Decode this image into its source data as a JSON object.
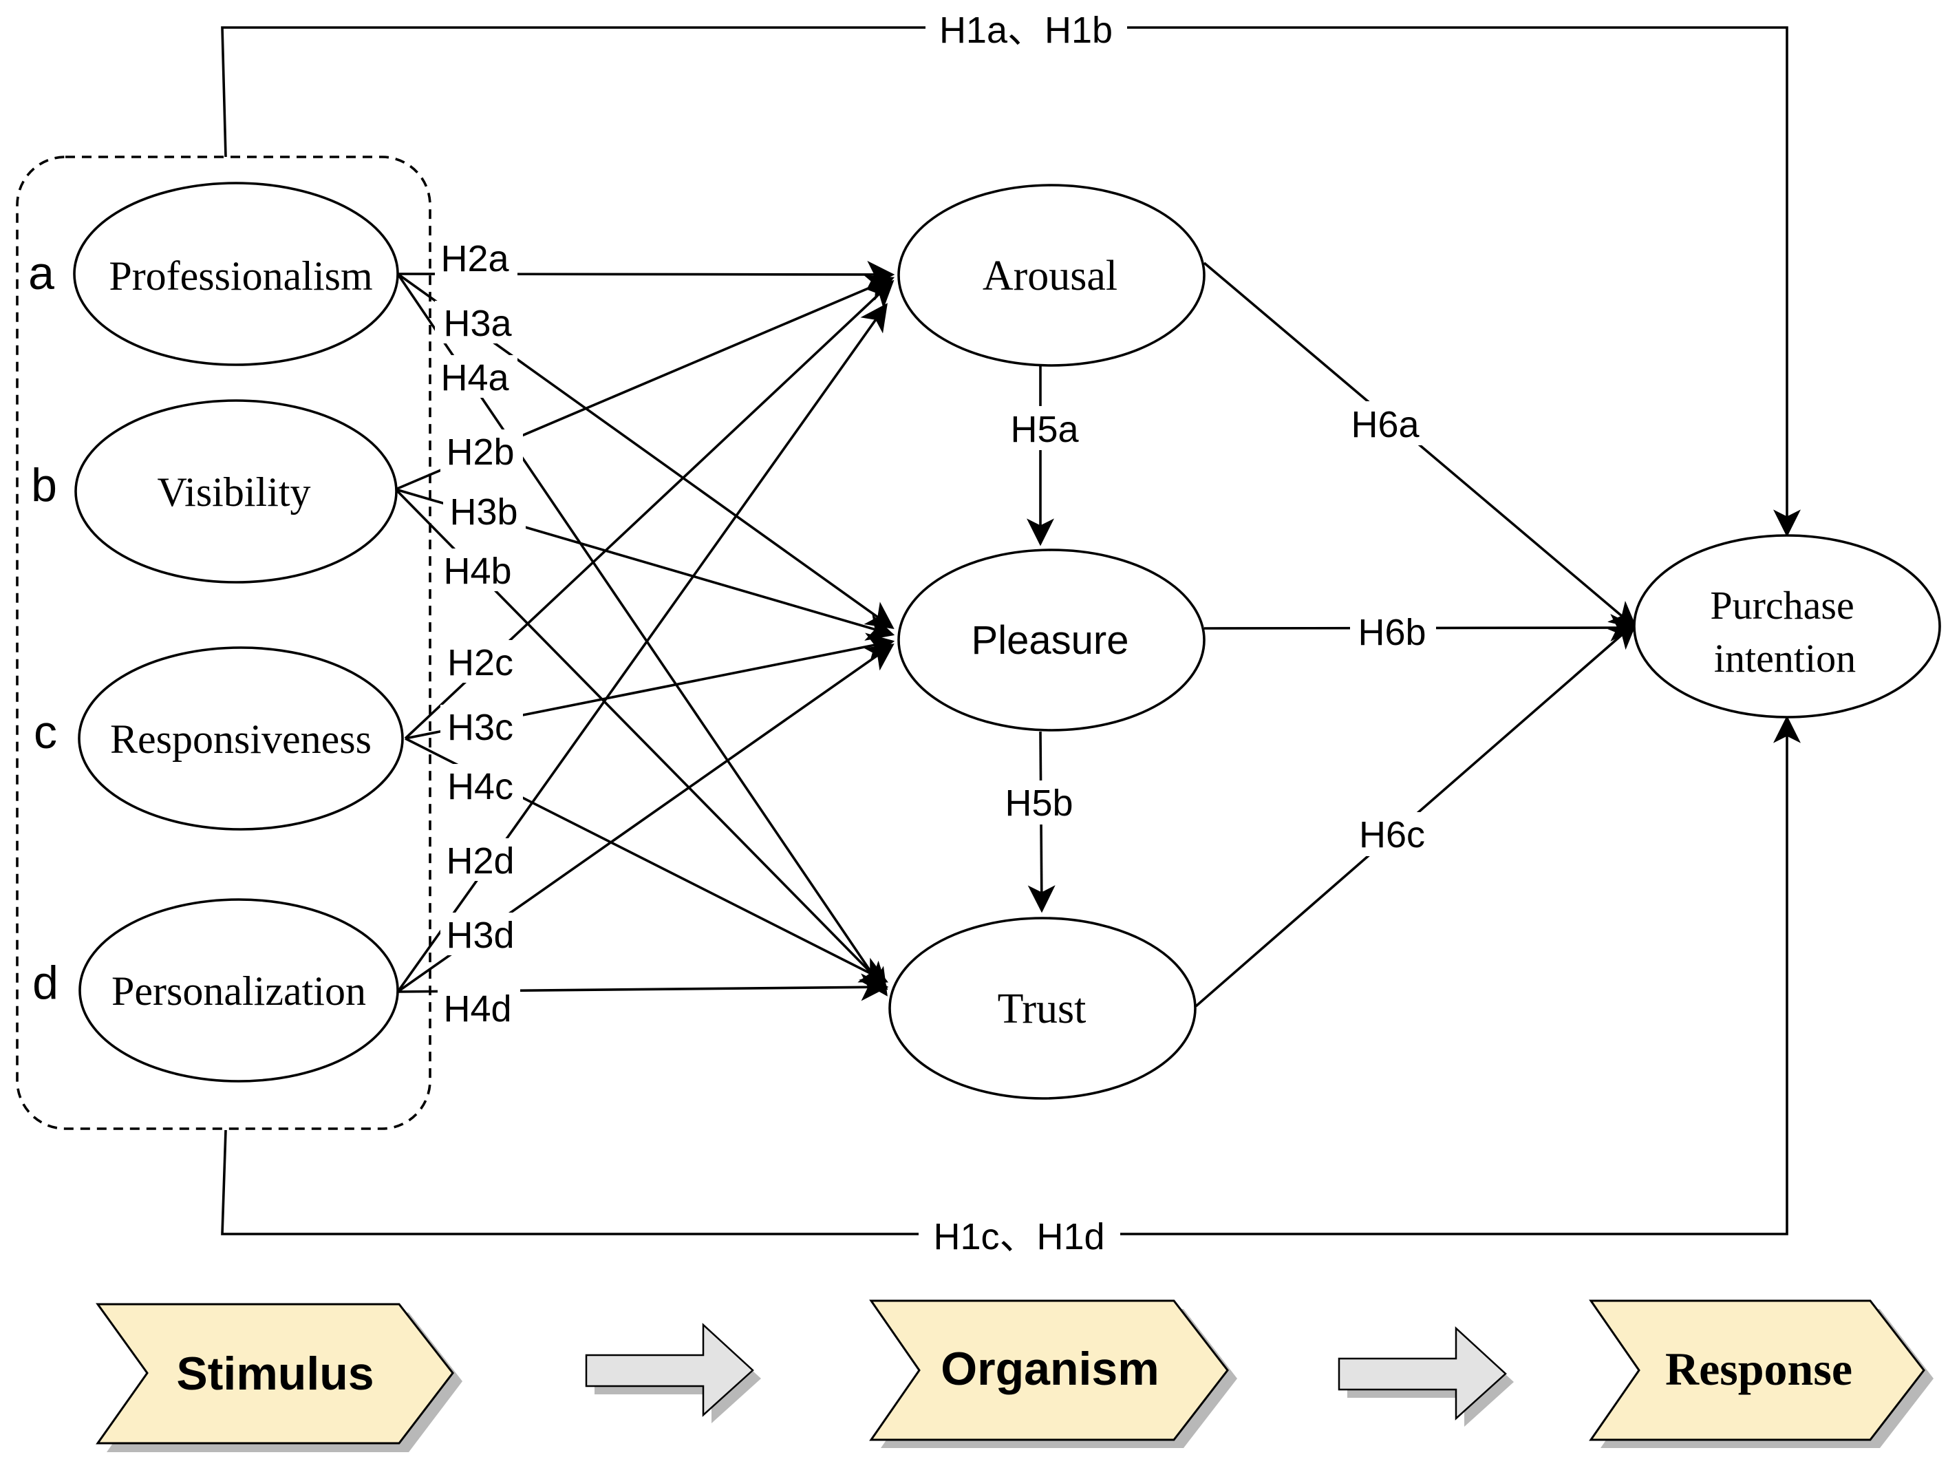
{
  "colors": {
    "stage_fill": "#fcefc7",
    "stage_shadow": "#b8b8b8",
    "arrow_fill": "#e3e3e3",
    "line": "#000000",
    "background": "#ffffff"
  },
  "stimulus_group": {
    "letters": [
      "a",
      "b",
      "c",
      "d"
    ],
    "constructs": [
      "Professionalism",
      "Visibility",
      "Responsiveness",
      "Personalization"
    ]
  },
  "organism": {
    "arousal": "Arousal",
    "pleasure": "Pleasure",
    "trust": "Trust"
  },
  "response": {
    "line1": "Purchase",
    "line2": "intention"
  },
  "hypotheses": {
    "h1_top": "H1a、H1b",
    "h1_bottom": "H1c、H1d",
    "h2a": "H2a",
    "h3a": "H3a",
    "h4a": "H4a",
    "h2b": "H2b",
    "h3b": "H3b",
    "h4b": "H4b",
    "h2c": "H2c",
    "h3c": "H3c",
    "h4c": "H4c",
    "h2d": "H2d",
    "h3d": "H3d",
    "h4d": "H4d",
    "h5a": "H5a",
    "h5b": "H5b",
    "h6a": "H6a",
    "h6b": "H6b",
    "h6c": "H6c"
  },
  "stages": {
    "stimulus": "Stimulus",
    "organism": "Organism",
    "response": "Response"
  }
}
